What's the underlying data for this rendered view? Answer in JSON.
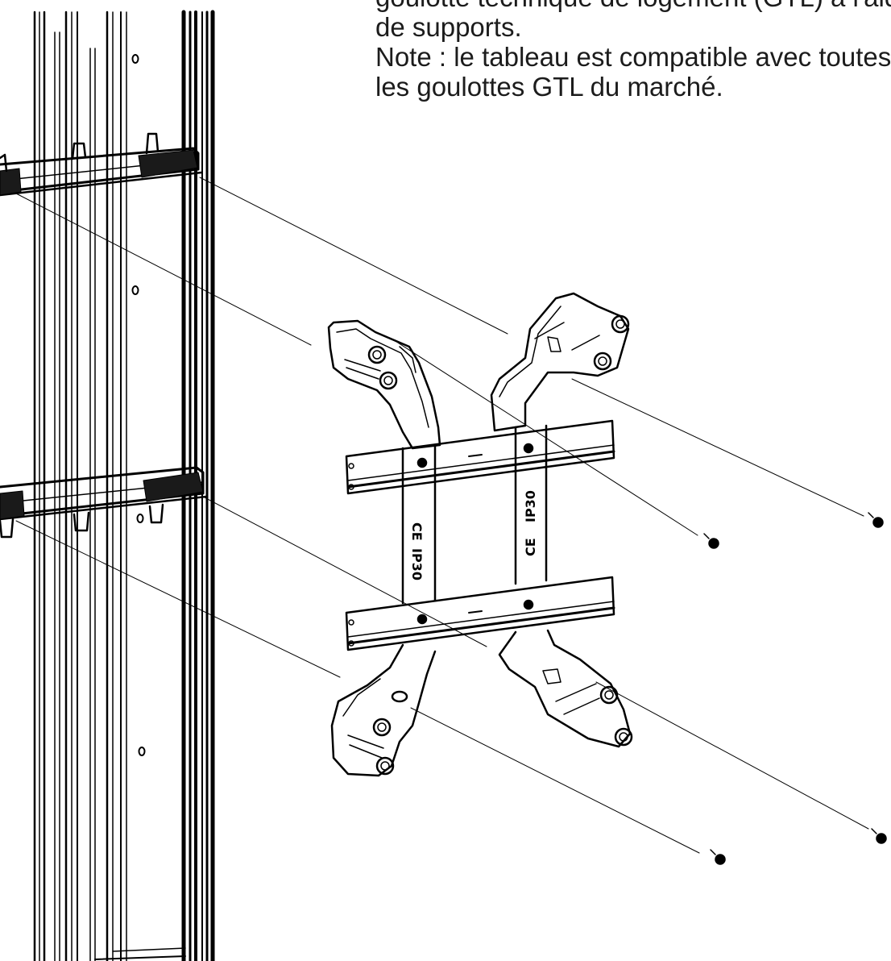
{
  "caption": {
    "line1": "goulotte technique de logement (GTL) à l'aide",
    "line2": "de supports.",
    "line3": "Note : le tableau est compatible avec toutes",
    "line4": "les goulottes GTL du marché."
  },
  "bracket": {
    "mark_ce": "CE",
    "mark_ip": "IP30"
  },
  "colors": {
    "ink": "#000000",
    "text": "#1c1c1c",
    "paper": "#ffffff"
  }
}
